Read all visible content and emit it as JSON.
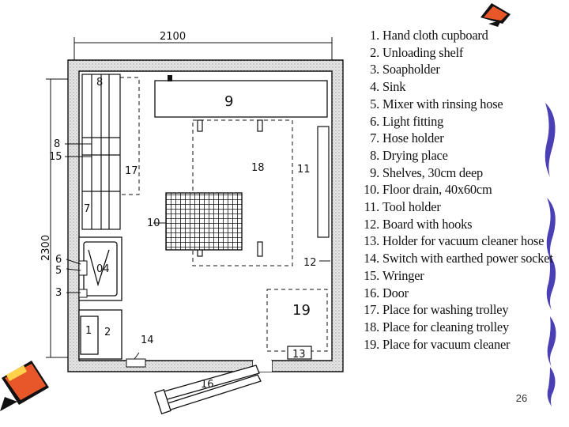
{
  "plan": {
    "dimension_width": "2100",
    "dimension_height": "2300",
    "labels": {
      "l9": "9",
      "l18": "18",
      "l17": "17",
      "l11": "11",
      "l10": "10",
      "l8": "8",
      "l15": "15",
      "l7": "7",
      "l6": "6",
      "l5": "5",
      "l4": "04",
      "l3": "3",
      "l1": "1",
      "l2": "2",
      "l14": "14",
      "l16": "16",
      "l12": "12",
      "l19": "19",
      "l13": "13"
    }
  },
  "legend": [
    {
      "num": "1.",
      "text": "Hand cloth cupboard"
    },
    {
      "num": "2.",
      "text": "Unloading shelf"
    },
    {
      "num": "3.",
      "text": "Soapholder"
    },
    {
      "num": "4.",
      "text": "Sink"
    },
    {
      "num": "5.",
      "text": "Mixer with rinsing hose"
    },
    {
      "num": "6.",
      "text": "Light fitting"
    },
    {
      "num": "7.",
      "text": "Hose holder"
    },
    {
      "num": "8.",
      "text": "Drying place"
    },
    {
      "num": "9.",
      "text": "Shelves, 30cm deep"
    },
    {
      "num": "10.",
      "text": "Floor drain, 40x60cm"
    },
    {
      "num": "11.",
      "text": "Tool holder"
    },
    {
      "num": "12.",
      "text": "Board with hooks"
    },
    {
      "num": "13.",
      "text": "Holder for vacuum cleaner hose"
    },
    {
      "num": "14.",
      "text": "Switch with earthed power socket"
    },
    {
      "num": "15.",
      "text": "Wringer"
    },
    {
      "num": "16.",
      "text": "Door"
    },
    {
      "num": "17.",
      "text": "Place for washing trolley"
    },
    {
      "num": "18.",
      "text": "Place for cleaning trolley"
    },
    {
      "num": "19.",
      "text": "Place for vacuum cleaner"
    }
  ],
  "slide_number": "26",
  "colors": {
    "ink": "#111111",
    "wall_fill": "#d9d9d9",
    "accent_purple": "#4a3fb5",
    "pencil_orange": "#e8572a"
  }
}
